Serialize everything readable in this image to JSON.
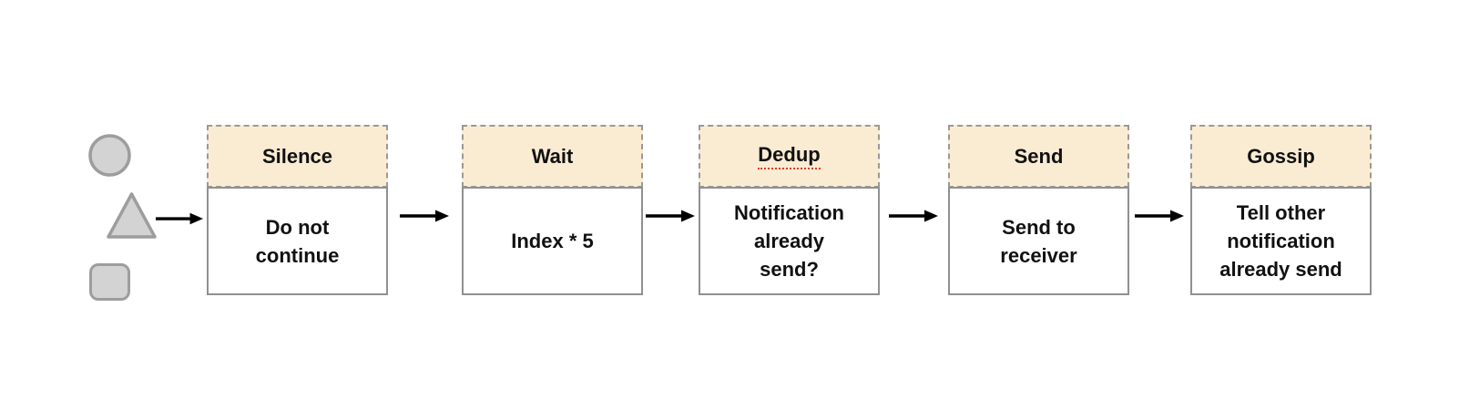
{
  "page": {
    "background": "#ffffff"
  },
  "legend_shapes": [
    {
      "name": "circle"
    },
    {
      "name": "triangle"
    },
    {
      "name": "rounded-square"
    }
  ],
  "pipeline": {
    "stages": [
      {
        "title": "Silence",
        "description": "Do not\ncontinue",
        "spellcheck_underline": false
      },
      {
        "title": "Wait",
        "description": "Index * 5",
        "spellcheck_underline": false
      },
      {
        "title": "Dedup",
        "description": "Notification\nalready\nsend?",
        "spellcheck_underline": true
      },
      {
        "title": "Send",
        "description": "Send to\nreceiver",
        "spellcheck_underline": false
      },
      {
        "title": "Gossip",
        "description": "Tell other\nnotification\nalready send",
        "spellcheck_underline": false
      }
    ],
    "colors": {
      "stage_header_fill": "#faecd2",
      "stage_header_border": "#999999",
      "stage_body_fill": "#ffffff",
      "stage_body_border": "#909090",
      "shape_fill": "#d3d3d3",
      "shape_stroke": "#9d9d9d",
      "arrow": "#000000",
      "spellcheck_underline_color": "#e03b24",
      "text": "#111111"
    }
  }
}
